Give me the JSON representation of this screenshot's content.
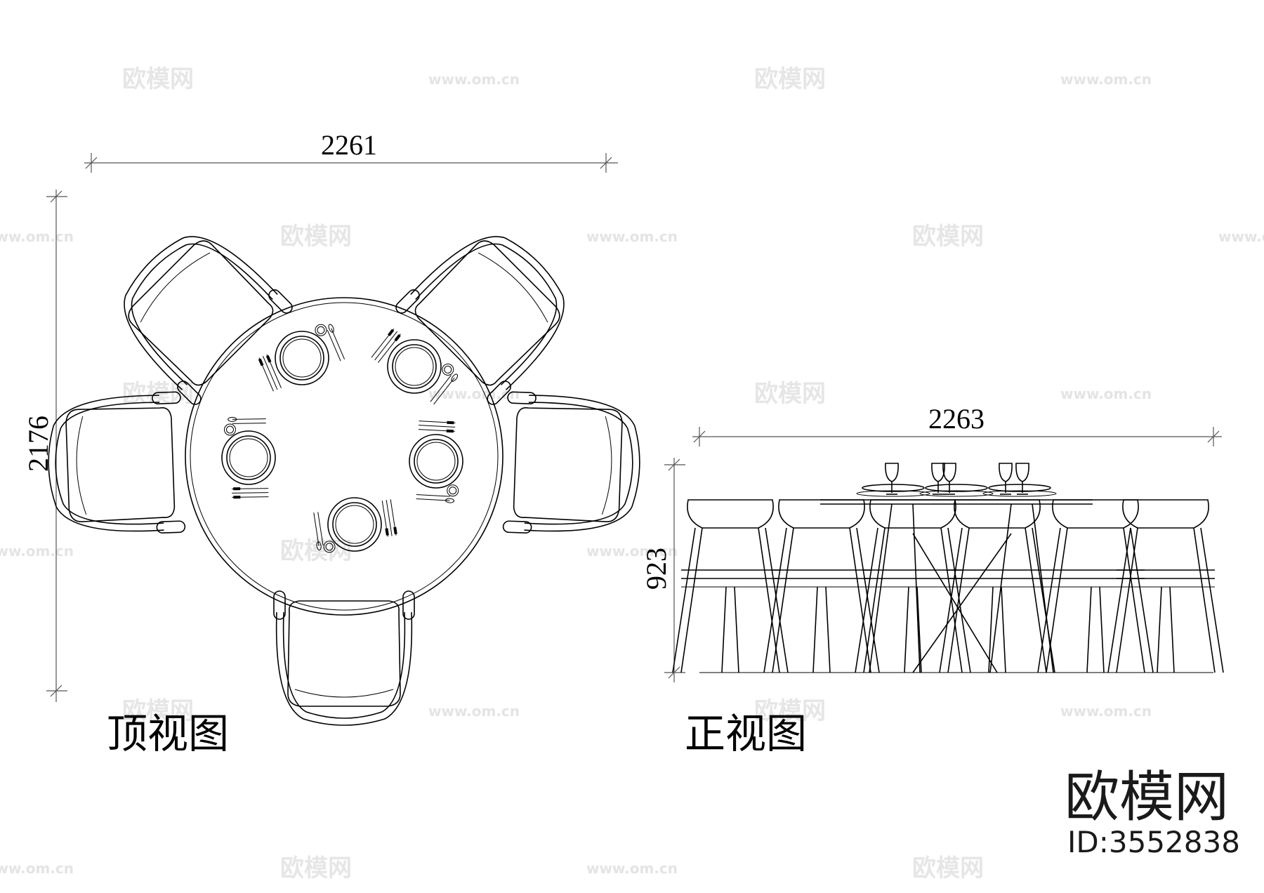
{
  "dimensions": {
    "top_width": "2261",
    "top_height": "2176",
    "front_width": "2263",
    "front_height": "923"
  },
  "views": {
    "top_title": "顶视图",
    "front_title": "正视图"
  },
  "watermark": {
    "logo_text": "欧模网",
    "url_text": "www.om.cn"
  },
  "brand": {
    "name": "欧模网",
    "id_text": "ID:3552838"
  }
}
